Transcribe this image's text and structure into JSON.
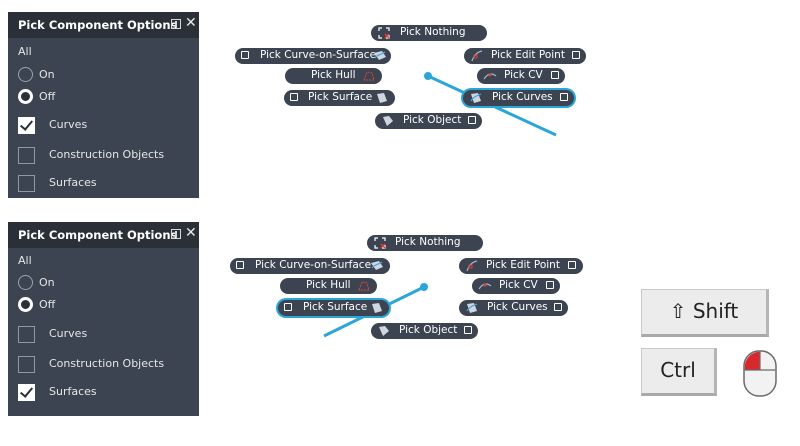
{
  "panel_top": {
    "title": "Pick Component Options",
    "section_label": "All",
    "radio_on": "On",
    "radio_off": "Off",
    "check_curves": "Curves",
    "check_construction": "Construction Objects",
    "check_surfaces": "Surfaces"
  },
  "panel_bottom": {
    "title": "Pick Component Options",
    "section_label": "All",
    "radio_on": "On",
    "radio_off": "Off",
    "check_curves": "Curves",
    "check_construction": "Construction Objects",
    "check_surfaces": "Surfaces"
  },
  "marking_menu": {
    "pick_nothing": "Pick Nothing",
    "pick_curve_on_surface": "Pick Curve-on-Surface",
    "pick_edit_point": "Pick Edit Point",
    "pick_hull": "Pick Hull",
    "pick_cv": "Pick CV",
    "pick_surface": "Pick Surface",
    "pick_curves": "Pick Curves",
    "pick_object": "Pick Object"
  },
  "keys": {
    "shift": "⇧ Shift",
    "ctrl": "Ctrl"
  },
  "colors": {
    "panel_bg": "#3d4451",
    "panel_header": "#2b3038",
    "highlight": "#2aa6d8",
    "mouse_button": "#d9272e"
  }
}
